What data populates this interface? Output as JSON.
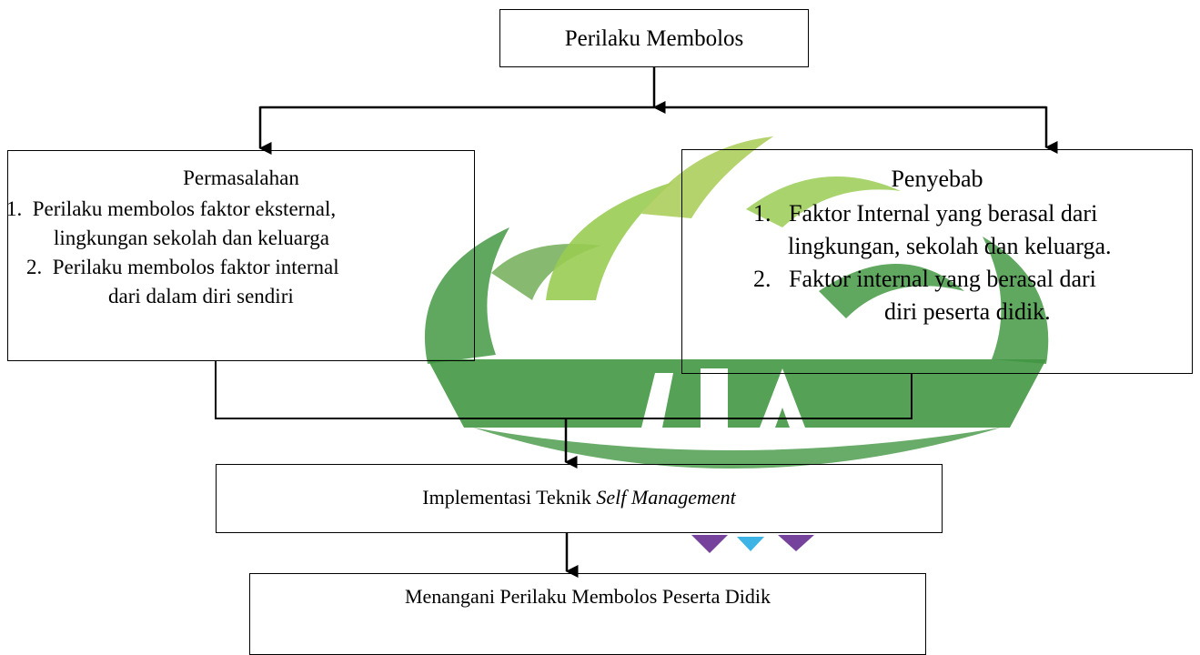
{
  "diagram": {
    "top": {
      "title": "Perilaku Membolos"
    },
    "left": {
      "title": "Permasalahan",
      "items": [
        {
          "num": "1.",
          "line1": "Perilaku membolos faktor eksternal,",
          "line2": "lingkungan sekolah dan keluarga"
        },
        {
          "num": "2.",
          "line1": "Perilaku membolos faktor internal",
          "line2": "dari dalam diri sendiri"
        }
      ]
    },
    "right": {
      "title": "Penyebab",
      "items": [
        {
          "num": "1.",
          "line1": "Faktor Internal yang berasal dari",
          "line2": "lingkungan, sekolah dan keluarga."
        },
        {
          "num": "2.",
          "line1": "Faktor internal yang berasal dari",
          "line2": "diri peserta didik."
        }
      ]
    },
    "middle": {
      "prefix": "Implementasi Teknik",
      "emphasis": "Self Management"
    },
    "bottom": {
      "title": "Menangani Perilaku Membolos Peserta Didik"
    }
  },
  "colors": {
    "watermark_green_dark": "#2e8b2e",
    "watermark_green_light": "#8dc63f",
    "watermark_blue": "#29abe2",
    "watermark_purple": "#662d91",
    "line": "#000000"
  }
}
